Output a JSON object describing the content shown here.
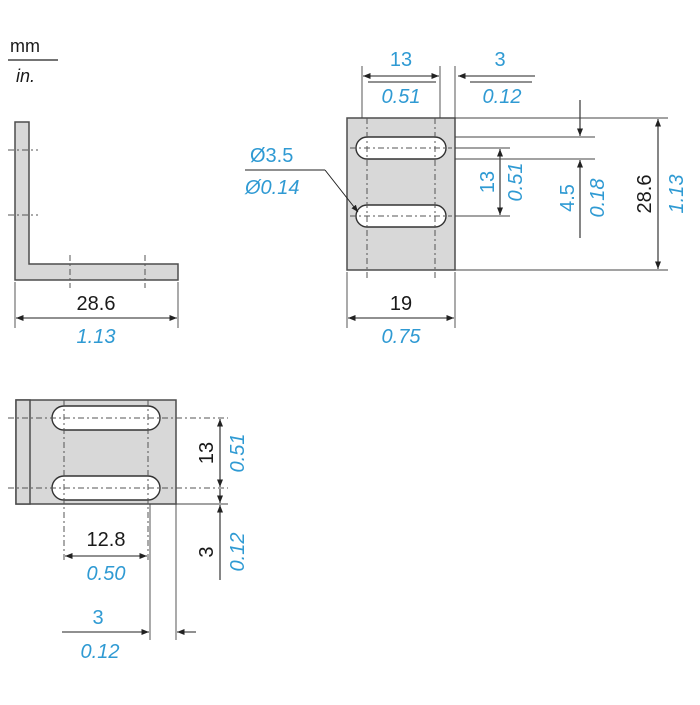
{
  "units": {
    "primary": "mm",
    "secondary": "in."
  },
  "colors": {
    "metric": "#1a1a1a",
    "imperial": "#2f9ad3",
    "part_fill": "#d8d8d8"
  },
  "side_view": {
    "width_mm": "28.6",
    "width_in": "1.13"
  },
  "front_view": {
    "slot_length_mm": "13",
    "slot_length_in": "0.51",
    "edge_offset_mm": "3",
    "edge_offset_in": "0.12",
    "hole_diameter_mm": "Ø3.5",
    "hole_diameter_in": "Ø0.14",
    "slot_spacing_mm": "13",
    "slot_spacing_in": "0.51",
    "slot_width_mm": "4.5",
    "slot_width_in": "0.18",
    "height_mm": "28.6",
    "height_in": "1.13",
    "width_mm": "19",
    "width_in": "0.75"
  },
  "bottom_view": {
    "slot_spacing_mm": "13",
    "slot_spacing_in": "0.51",
    "edge_offset_mm": "3",
    "edge_offset_in": "0.12",
    "slot_length_mm": "12.8",
    "slot_length_in": "0.50",
    "base_offset_mm": "3",
    "base_offset_in": "0.12"
  }
}
